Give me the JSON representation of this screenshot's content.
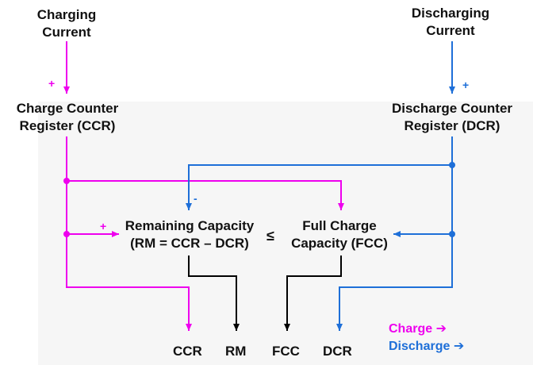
{
  "colors": {
    "charge": "#ee00ee",
    "discharge": "#1e6fd8",
    "neutral": "#000000"
  },
  "charging_current": [
    "Charging",
    "Current"
  ],
  "discharging_current": [
    "Discharging",
    "Current"
  ],
  "ccr_box": [
    "Charge Counter",
    "Register (CCR)"
  ],
  "dcr_box": [
    "Discharge Counter",
    "Register (DCR)"
  ],
  "rm_box": [
    "Remaining Capacity",
    "(RM = CCR – DCR)"
  ],
  "fcc_box": [
    "Full Charge",
    "Capacity (FCC)"
  ],
  "comparison": "≤",
  "signs": {
    "charging_plus": "+",
    "discharging_plus": "+",
    "rm_plus": "+",
    "rm_minus": "-"
  },
  "outputs": [
    "CCR",
    "RM",
    "FCC",
    "DCR"
  ],
  "legend": {
    "charge": "Charge ➔",
    "discharge": "Discharge ➔"
  }
}
